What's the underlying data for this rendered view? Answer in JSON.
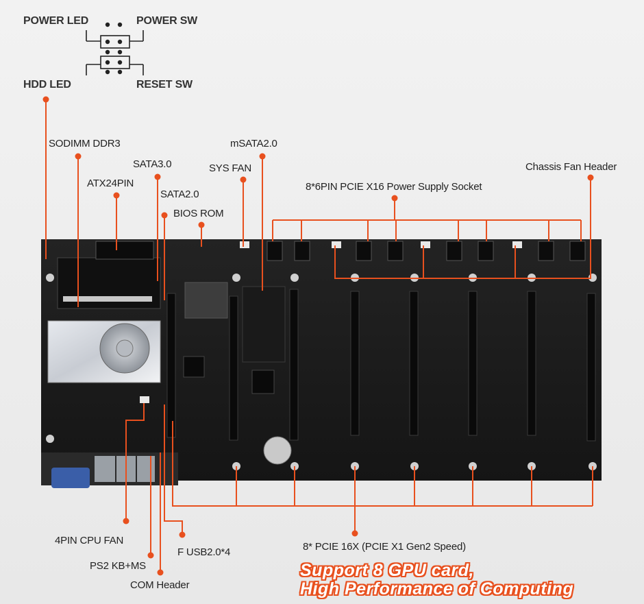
{
  "header_pins": {
    "power_led": "POWER LED",
    "power_sw": "POWER SW",
    "hdd_led": "HDD  LED",
    "reset_sw": "RESET SW"
  },
  "labels": {
    "sodimm": "SODIMM DDR3",
    "atx24": "ATX24PIN",
    "sata3": "SATA3.0",
    "sata2": "SATA2.0",
    "bios": "BIOS ROM",
    "sysfan": "SYS FAN",
    "msata": "mSATA2.0",
    "pcie_power": "8*6PIN PCIE X16 Power Supply Socket",
    "chassis_fan": "Chassis Fan Header",
    "cpu_fan": "4PIN CPU FAN",
    "ps2": "PS2 KB+MS",
    "com": "COM Header",
    "usb": "F USB2.0*4",
    "pcie_slots": "8* PCIE 16X (PCIE X1 Gen2 Speed)"
  },
  "slogan": {
    "line1": "Support 8 GPU card,",
    "line2": "High Performance of Computing"
  },
  "colors": {
    "accent": "#e8501e",
    "board": "#1c1c1c",
    "background": "#efefef"
  }
}
